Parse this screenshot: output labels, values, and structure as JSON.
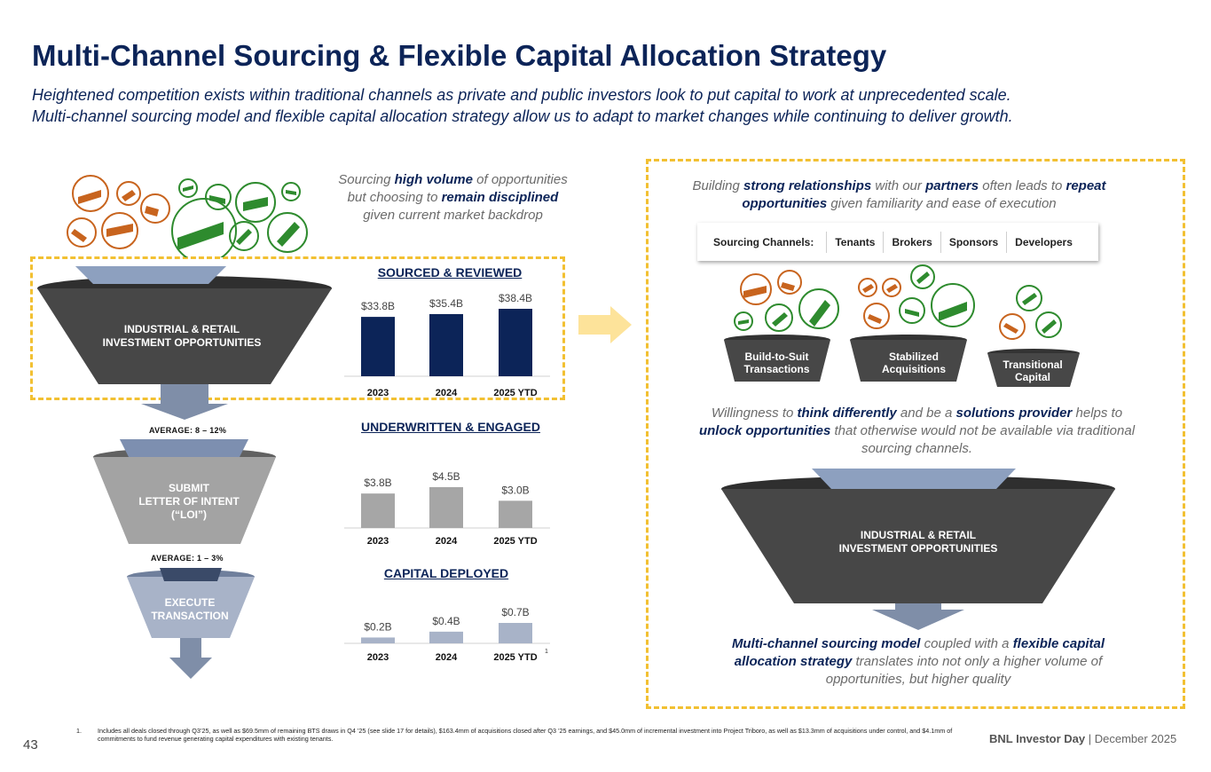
{
  "header": {
    "title": "Multi-Channel Sourcing & Flexible Capital Allocation Strategy",
    "subtitle_line1": "Heightened competition exists within traditional channels as private and public investors look to put capital to work at unprecedented scale.",
    "subtitle_line2": "Multi-channel sourcing model and flexible capital allocation strategy allow us to adapt to market changes while continuing to deliver growth."
  },
  "left_funnel": {
    "top_label": "INDUSTRIAL & RETAIL\nINVESTMENT OPPORTUNITIES",
    "avg1": "AVERAGE: 8 – 12%",
    "mid_label": "SUBMIT\nLETTER OF INTENT\n(“LOI”)",
    "avg2": "AVERAGE: 1 – 3%",
    "bottom_label": "EXECUTE\nTRANSACTION",
    "colors": {
      "dark": "#474747",
      "mid": "#a3a3a3",
      "light": "#a8b3c8",
      "arrow": "#7f8ea8"
    }
  },
  "sourcing_note": {
    "p1": "Sourcing ",
    "b1": "high volume",
    "p2": " of opportunities but choosing to ",
    "b2": "remain disciplined",
    "p3": " given current market backdrop"
  },
  "chart_data": [
    {
      "type": "bar",
      "title": "SOURCED & REVIEWED",
      "categories": [
        "2023",
        "2024",
        "2025 YTD"
      ],
      "values": [
        33.8,
        35.4,
        38.4
      ],
      "labels": [
        "$33.8B",
        "$35.4B",
        "$38.4B"
      ],
      "color": "#0c2458"
    },
    {
      "type": "bar",
      "title": "UNDERWRITTEN & ENGAGED",
      "categories": [
        "2023",
        "2024",
        "2025 YTD"
      ],
      "values": [
        3.8,
        4.5,
        3.0
      ],
      "labels": [
        "$3.8B",
        "$4.5B",
        "$3.0B"
      ],
      "color": "#a6a6a6"
    },
    {
      "type": "bar",
      "title": "CAPITAL DEPLOYED",
      "categories": [
        "2023",
        "2024",
        "2025 YTD"
      ],
      "values": [
        0.2,
        0.4,
        0.7
      ],
      "labels": [
        "$0.2B",
        "$0.4B",
        "$0.7B"
      ],
      "color": "#a8b3c8",
      "footnote_marker": "1"
    }
  ],
  "right_panel": {
    "note_top": {
      "p1": "Building ",
      "b1": "strong relationships",
      "p2": " with our ",
      "b2": "partners",
      "p3": " often leads to ",
      "b3": "repeat opportunities",
      "p4": " given familiarity and ease of execution"
    },
    "channels_label": "Sourcing Channels:",
    "channels": [
      "Tenants",
      "Brokers",
      "Sponsors",
      "Developers"
    ],
    "mini_funnels": [
      "Build-to-Suit\nTransactions",
      "Stabilized\nAcquisitions",
      "Transitional\nCapital"
    ],
    "note_mid": {
      "p1": "Willingness to ",
      "b1": "think differently",
      "p2": " and be a ",
      "b2": "solutions provider",
      "p3": " helps to ",
      "b3": "unlock opportunities",
      "p4": " that otherwise would not be available via traditional sourcing channels."
    },
    "big_funnel_label": "INDUSTRIAL & RETAIL\nINVESTMENT OPPORTUNITIES",
    "note_bottom": {
      "b1": "Multi-channel sourcing model",
      "p1": " coupled with a ",
      "b2": "flexible capital allocation strategy",
      "p2": " translates into not only a higher volume of opportunities, but higher quality"
    }
  },
  "footer": {
    "footnote_num": "1.",
    "footnote_text": "Includes all deals closed through Q3’25, as well as $69.5mm of remaining BTS draws in Q4 ’25 (see slide 17 for details), $163.4mm of acquisitions closed after Q3 ’25 earnings, and $45.0mm of incremental investment into Project Triboro, as well as  $13.3mm of acquisitions under control, and $4.1mm of commitments to fund revenue generating capital expenditures with existing tenants.",
    "page_number": "43",
    "brand": "BNL Investor Day",
    "date": " | December 2025"
  },
  "icons": {
    "orange": "#c8641e",
    "green": "#2e8b2e",
    "names": [
      "building-icon"
    ]
  }
}
